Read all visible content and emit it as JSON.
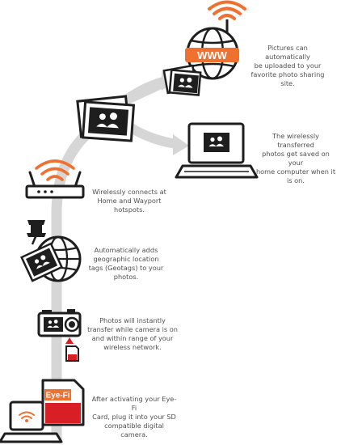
{
  "colors": {
    "accent": "#f07030",
    "arrow": "#d6d6d6",
    "outline": "#1e1e1e",
    "card_red": "#d81f26",
    "caption": "#505050"
  },
  "steps": [
    {
      "id": "sharing",
      "icon": "globe-www-icon",
      "label": "WWW",
      "text": "Pictures can automatically\nbe uploaded to your\nfavorite photo sharing site."
    },
    {
      "id": "computer",
      "icon": "laptop-photo-icon",
      "text": "The wirelessly transferred\nphotos get saved on your\nhome computer when it\nis on."
    },
    {
      "id": "hotspot",
      "icon": "wifi-router-icon",
      "text": "Wirelessly connects at\nHome and Wayport\nhotspots."
    },
    {
      "id": "geotag",
      "icon": "globe-pin-icon",
      "text": "Automatically adds\ngeographic location\ntags (Geotags) to your\nphotos."
    },
    {
      "id": "transfer",
      "icon": "camera-icon",
      "text": "Photos will instantly\ntransfer while camera is on\nand within range of your\nwireless network."
    },
    {
      "id": "activate",
      "icon": "eyefi-card-icon",
      "label": "Eye-Fi",
      "text": "After activating your Eye-Fi\nCard, plug it into your SD\ncompatible digital camera."
    }
  ]
}
